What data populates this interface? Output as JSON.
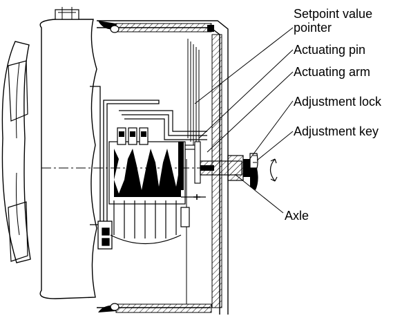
{
  "diagram": {
    "labels": {
      "setpoint_line1": "Setpoint value",
      "setpoint_line2": "pointer",
      "actuating_pin": "Actuating pin",
      "actuating_arm": "Actuating arm",
      "adjustment_lock": "Adjustment lock",
      "adjustment_key": "Adjustment key",
      "axle": "Axle"
    },
    "colors": {
      "line": "#000000",
      "background": "#ffffff"
    }
  }
}
